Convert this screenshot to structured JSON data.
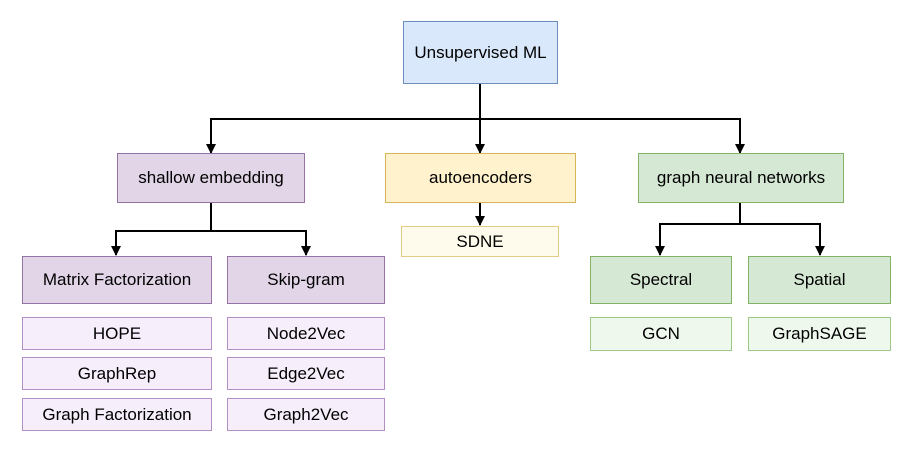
{
  "diagram": {
    "root": "Unsupervised ML",
    "categories": {
      "shallow": "shallow embedding",
      "autoencoders": "autoencoders",
      "gnn": "graph neural networks"
    },
    "subcategories": {
      "matrix_factorization": "Matrix Factorization",
      "skip_gram": "Skip-gram",
      "spectral": "Spectral",
      "spatial": "Spatial"
    },
    "methods": {
      "matrix_factorization": [
        "HOPE",
        "GraphRep",
        "Graph Factorization"
      ],
      "skip_gram": [
        "Node2Vec",
        "Edge2Vec",
        "Graph2Vec"
      ],
      "autoencoders": [
        "SDNE"
      ],
      "spectral": [
        "GCN"
      ],
      "spatial": [
        "GraphSAGE"
      ]
    }
  }
}
